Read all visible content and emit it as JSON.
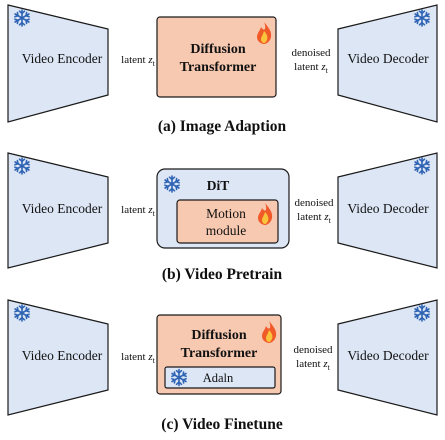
{
  "colors": {
    "encoder_fill": "#dce6f5",
    "encoder_stroke": "#1a1a1a",
    "transformer_fill": "#f8c9b1",
    "dit_fill": "#dce6f5",
    "snowflake": "#2f64b4",
    "flame_outer": "#f05a28",
    "flame_inner": "#f9c33c"
  },
  "icons": {
    "frozen": "snowflake-icon",
    "trainable": "flame-icon"
  },
  "panels": [
    {
      "caption": "(a) Image Adaption",
      "encoder_label": "Video Encoder",
      "decoder_label": "Video Decoder",
      "latent_label": "latent",
      "latent_var": "z",
      "latent_sub": "t",
      "denoised_label": "denoised",
      "denoised_latent_label": "latent",
      "denoised_var": "z",
      "denoised_sub": "t",
      "center_title_line1": "Diffusion",
      "center_title_line2": "Transformer"
    },
    {
      "caption": "(b) Video Pretrain",
      "encoder_label": "Video Encoder",
      "decoder_label": "Video Decoder",
      "latent_label": "latent",
      "latent_var": "z",
      "latent_sub": "t",
      "denoised_label": "denoised",
      "denoised_latent_label": "latent",
      "denoised_var": "z",
      "denoised_sub": "t",
      "dit_title": "DiT",
      "module_line1": "Motion",
      "module_line2": "module"
    },
    {
      "caption": "(c) Video Finetune",
      "encoder_label": "Video Encoder",
      "decoder_label": "Video Decoder",
      "latent_label": "latent",
      "latent_var": "z",
      "latent_sub": "t",
      "denoised_label": "denoised",
      "denoised_latent_label": "latent",
      "denoised_var": "z",
      "denoised_sub": "t",
      "center_title_line1": "Diffusion",
      "center_title_line2": "Transformer",
      "adaln_label": "Adaln"
    }
  ]
}
